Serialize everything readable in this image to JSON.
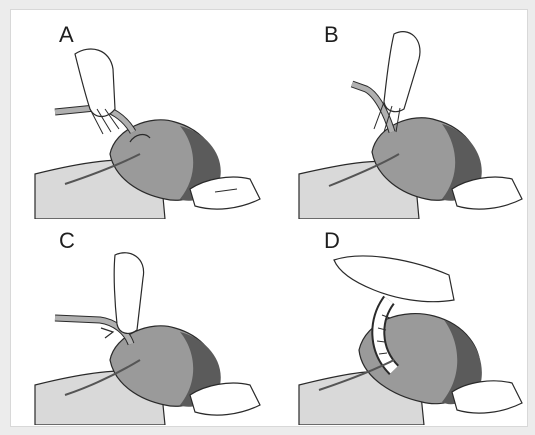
{
  "panels": [
    {
      "id": "A",
      "label": "A"
    },
    {
      "id": "B",
      "label": "B"
    },
    {
      "id": "C",
      "label": "C"
    },
    {
      "id": "D",
      "label": "D"
    }
  ],
  "colors": {
    "skin": "#9a9a9a",
    "skin_dark": "#6f6f6f",
    "hair": "#5b5b5b",
    "glove": "#ffffff",
    "outline": "#2a2a2a",
    "tube": "#b0b0b0"
  }
}
